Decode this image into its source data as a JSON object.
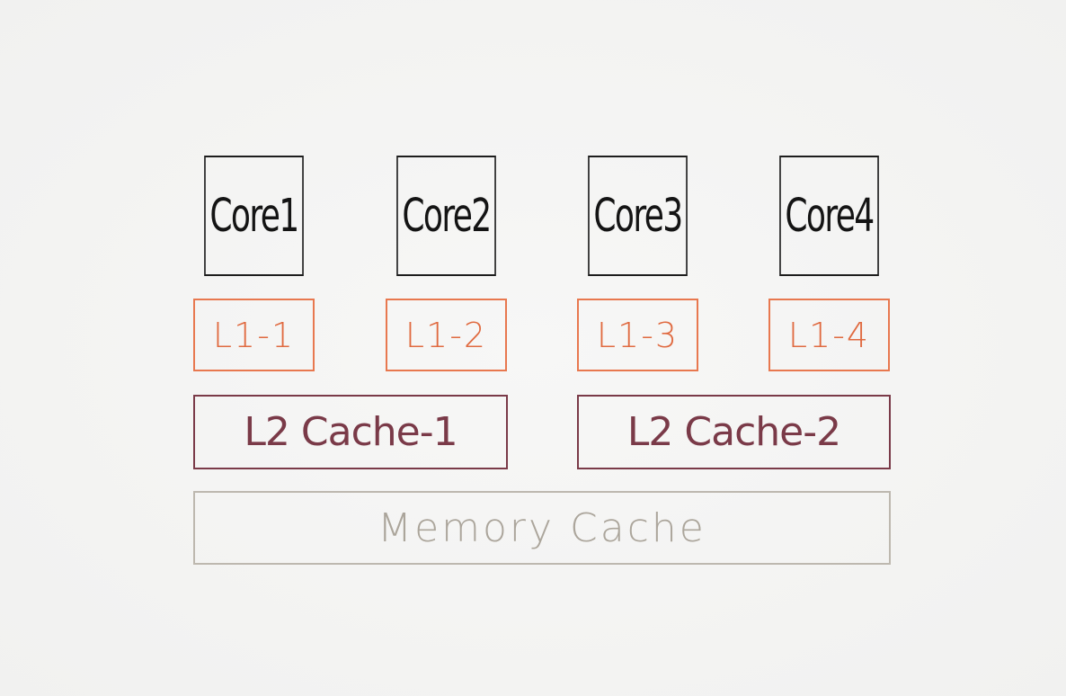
{
  "diagram": {
    "cores": [
      {
        "label": "Core1"
      },
      {
        "label": "Core2"
      },
      {
        "label": "Core3"
      },
      {
        "label": "Core4"
      }
    ],
    "l1_caches": [
      {
        "label": "L1-1"
      },
      {
        "label": "L1-2"
      },
      {
        "label": "L1-3"
      },
      {
        "label": "L1-4"
      }
    ],
    "l2_caches": [
      {
        "label": "L2 Cache-1"
      },
      {
        "label": "L2 Cache-2"
      }
    ],
    "memory": {
      "label": "Memory Cache"
    },
    "colors": {
      "core": "#1d1d1d",
      "l1": "#e8784f",
      "l2": "#7a3a48",
      "memory": "#bdb8af",
      "background": "#f4f4f3"
    }
  }
}
